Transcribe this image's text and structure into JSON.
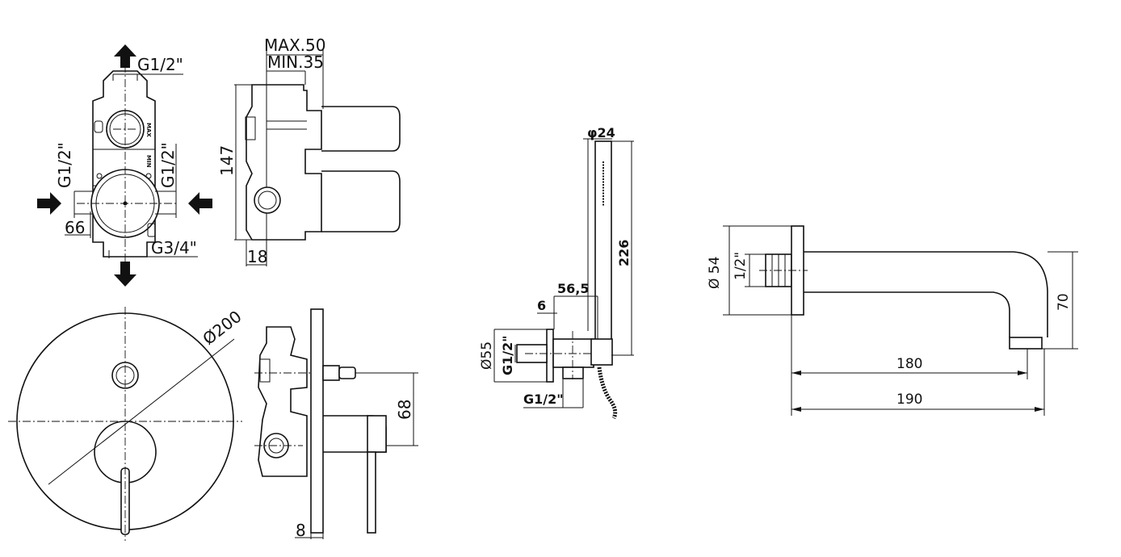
{
  "valve_front": {
    "top_thread": "G1/2\"",
    "left_thread": "G1/2\"",
    "right_thread": "G1/2\"",
    "width": "66",
    "bottom_thread": "G3/4\"",
    "max_mark": "MAX",
    "min_mark": "MIN"
  },
  "valve_side": {
    "max_depth": "MAX.50",
    "min_depth": "MIN.35",
    "height": "147",
    "offset": "18"
  },
  "cover_plate": {
    "diameter": "Ø200",
    "nozzle_height": "68",
    "thickness": "8"
  },
  "shower_holder": {
    "handset_diameter": "φ24",
    "handset_length": "226",
    "projection": "56,5",
    "plate_thickness": "6",
    "plate_diameter": "Ø55",
    "inlet_thread": "G1/2\"",
    "outlet_thread": "G1/2\""
  },
  "spout": {
    "plate_diameter": "Ø 54",
    "thread": "1/2\"",
    "height": "70",
    "reach_inner": "180",
    "reach_total": "190"
  }
}
